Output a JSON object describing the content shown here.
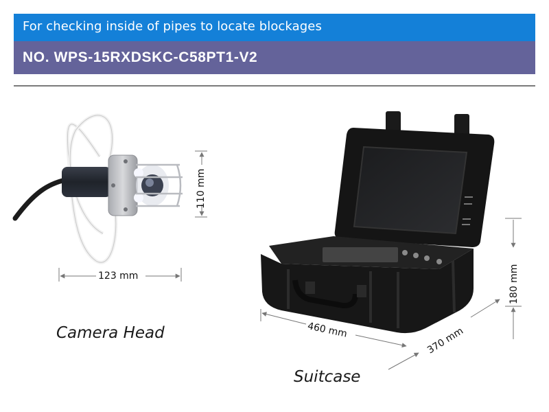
{
  "header": {
    "subtitle": "For checking inside of pipes to locate blockages",
    "model_number": "NO. WPS-15RXDSKC-C58PT1-V2"
  },
  "camera_head": {
    "caption": "Camera Head",
    "width_label": "123 mm",
    "height_label": "110 mm"
  },
  "suitcase": {
    "caption": "Suitcase",
    "length_label": "460 mm",
    "depth_label": "370 mm",
    "height_label": "180 mm"
  },
  "colors": {
    "subtitle_bar": "#1480d8",
    "model_bar": "#64639a"
  }
}
